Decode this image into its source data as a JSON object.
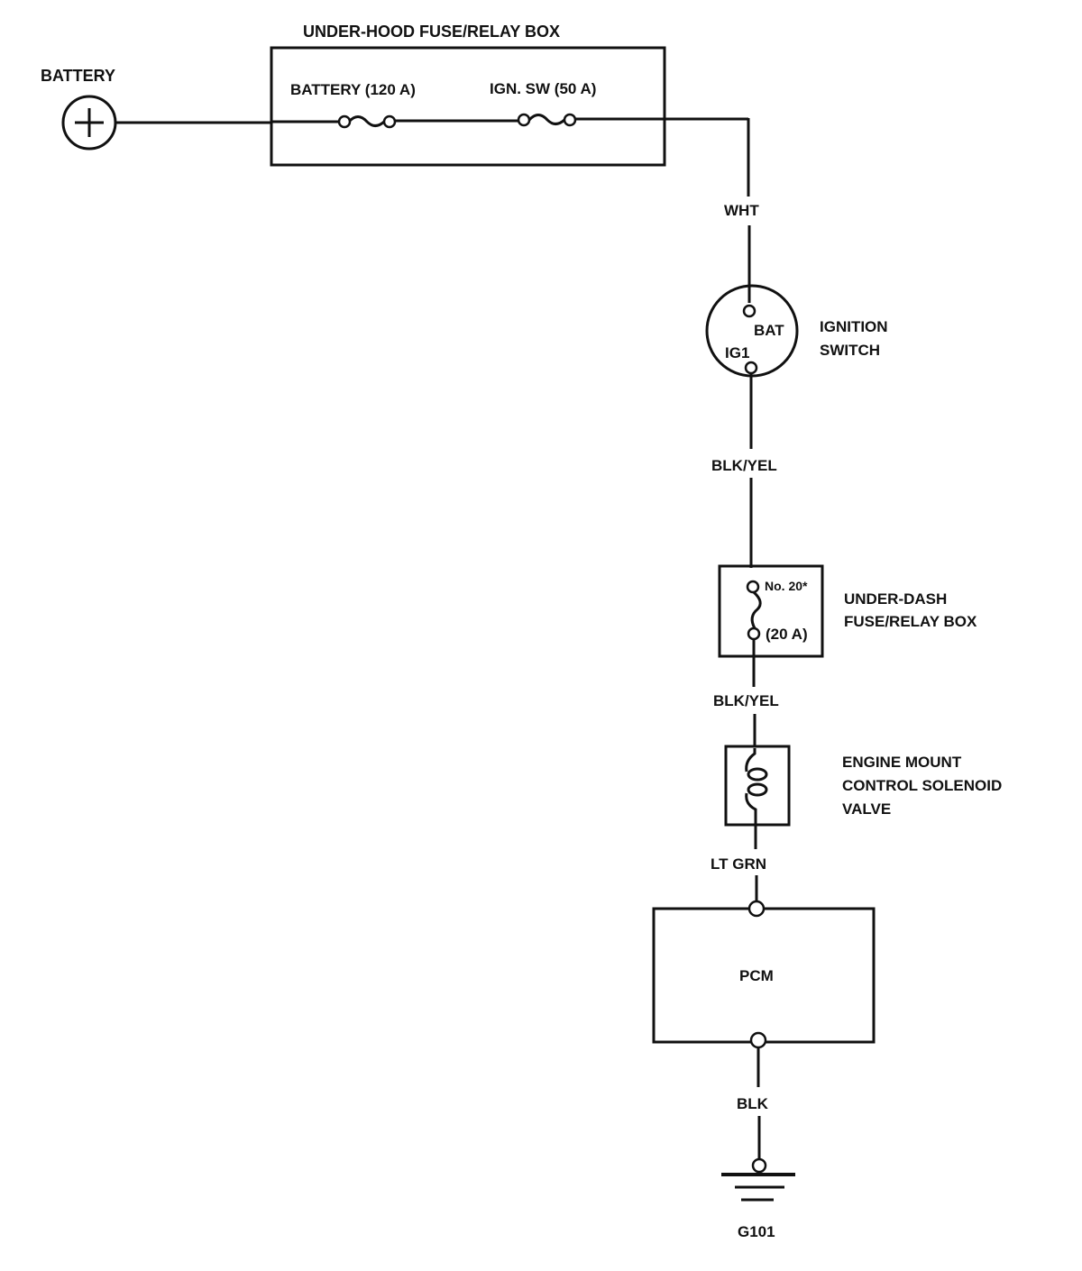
{
  "diagram": {
    "type": "wiring-schematic",
    "colors": {
      "ink": "#111111",
      "background": "#ffffff"
    },
    "components": {
      "battery": {
        "label": "BATTERY",
        "symbol": "plus-icon"
      },
      "under_hood_box": {
        "label": "UNDER-HOOD FUSE/RELAY BOX",
        "fuses": [
          {
            "label": "BATTERY (120 A)"
          },
          {
            "label": "IGN. SW (50 A)"
          }
        ]
      },
      "ignition_switch": {
        "label_line1": "IGNITION",
        "label_line2": "SWITCH",
        "terminals": {
          "bat": "BAT",
          "ig1": "IG1"
        }
      },
      "under_dash_box": {
        "label_line1": "UNDER-DASH",
        "label_line2": "FUSE/RELAY BOX",
        "fuse_number": "No. 20*",
        "fuse_rating": "(20 A)"
      },
      "solenoid": {
        "label_line1": "ENGINE MOUNT",
        "label_line2": "CONTROL SOLENOID",
        "label_line3": "VALVE"
      },
      "pcm": {
        "label": "PCM"
      },
      "ground": {
        "label": "G101"
      }
    },
    "wires": [
      {
        "id": "fuse-to-ignition",
        "color": "WHT"
      },
      {
        "id": "ignition-to-underdash",
        "color": "BLK/YEL"
      },
      {
        "id": "underdash-to-solenoid",
        "color": "BLK/YEL"
      },
      {
        "id": "solenoid-to-pcm",
        "color": "LT GRN"
      },
      {
        "id": "pcm-to-ground",
        "color": "BLK"
      }
    ]
  }
}
